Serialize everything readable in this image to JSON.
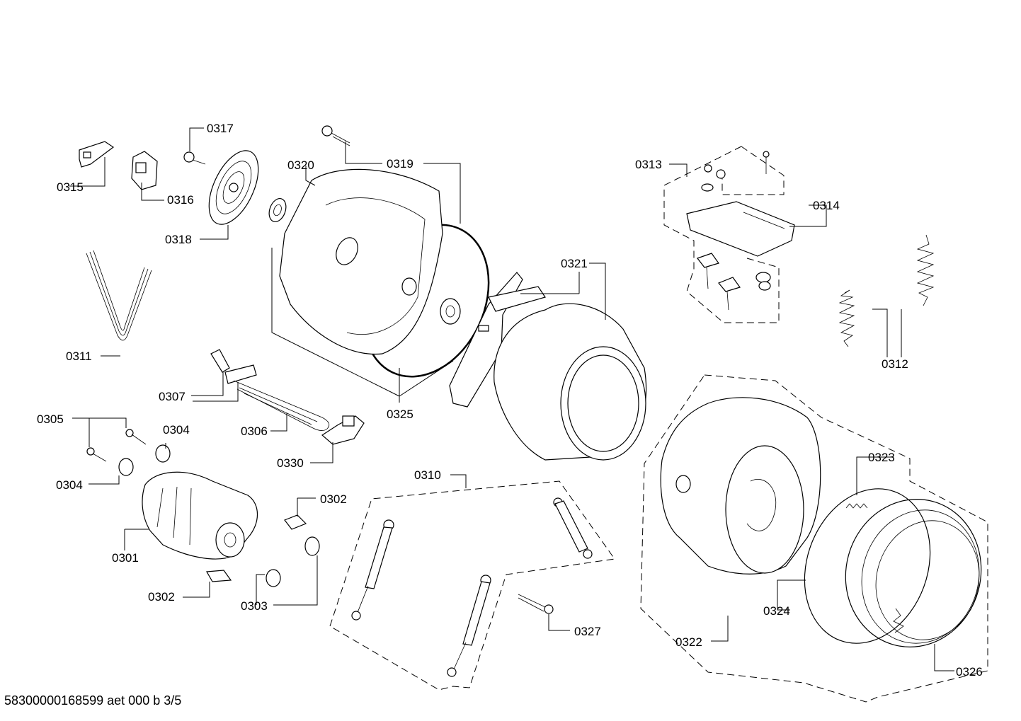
{
  "labels": {
    "p0301": "0301",
    "p0302a": "0302",
    "p0302b": "0302",
    "p0303": "0303",
    "p0304a": "0304",
    "p0304b": "0304",
    "p0305": "0305",
    "p0306": "0306",
    "p0307": "0307",
    "p0310": "0310",
    "p0311": "0311",
    "p0312": "0312",
    "p0313": "0313",
    "p0314": "0314",
    "p0315": "0315",
    "p0316": "0316",
    "p0317": "0317",
    "p0318": "0318",
    "p0319": "0319",
    "p0320": "0320",
    "p0321": "0321",
    "p0322": "0322",
    "p0323": "0323",
    "p0324": "0324",
    "p0325": "0325",
    "p0326": "0326",
    "p0327": "0327",
    "p0330": "0330"
  },
  "footer": "58300000168599 aet 000 b 3/5"
}
